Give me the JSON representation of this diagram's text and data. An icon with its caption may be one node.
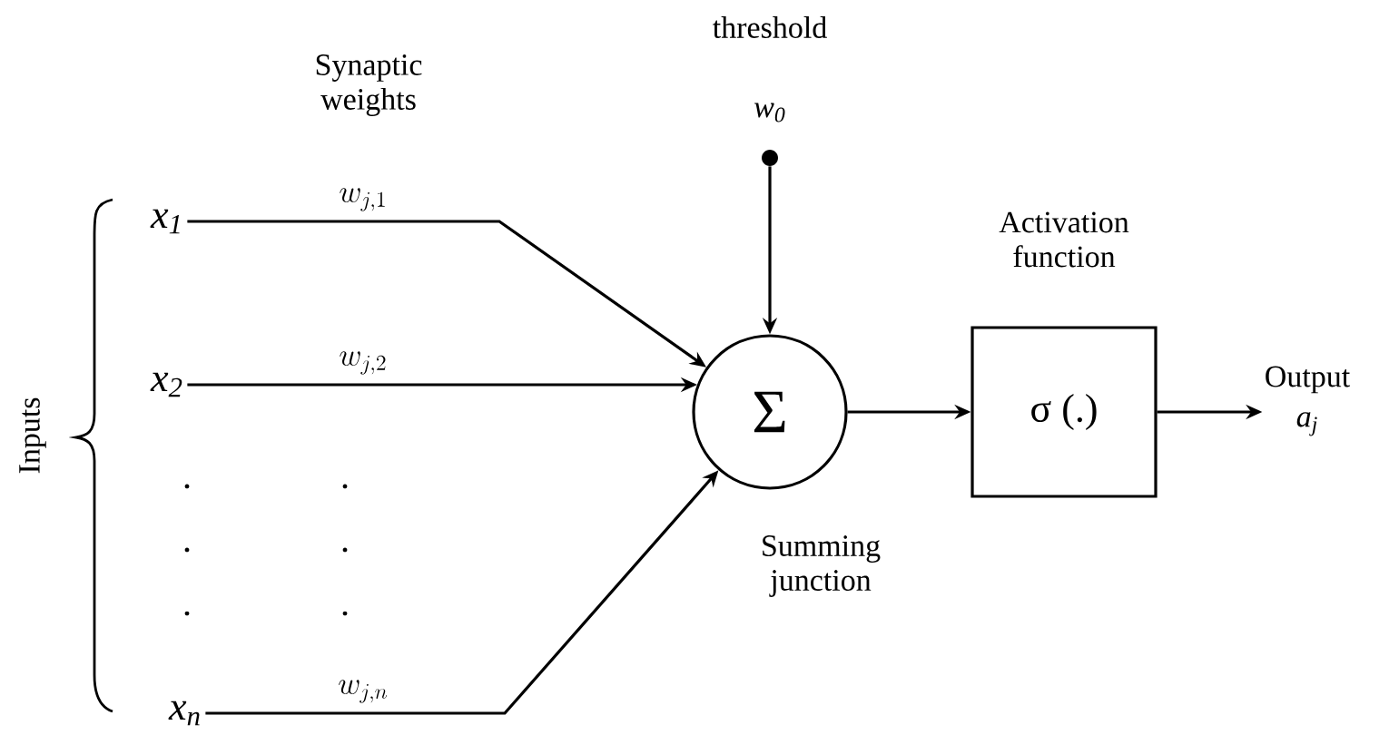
{
  "diagram": {
    "nodes": [
      {
        "text": [
          "x$_{1}$"
        ]
      },
      {
        "text": [
          "x$_{2}$"
        ]
      },
      {
        "text": [
          "x$_{n}$"
        ]
      },
      {
        "text": [],
        "shape": "circle",
        "beside": [
          "threshold",
          "w$_{0}$"
        ]
      },
      {
        "text": [
          "Σ"
        ],
        "beside": [
          "Summing junction"
        ]
      },
      {
        "text": [
          "σ (.)"
        ],
        "beside": [
          "Activation function"
        ]
      },
      {
        "text": [
          "Output",
          "a$_{j}$"
        ]
      }
    ],
    "edges": [
      {
        "from": 0,
        "to": 4,
        "arrow": "to",
        "label": "w_{j, 1}"
      },
      {
        "from": 1,
        "to": 4,
        "arrow": "to",
        "label": "w_{j, 2}"
      },
      {
        "from": 2,
        "to": 4,
        "arrow": "to",
        "label": "w_{j, n}"
      },
      {
        "from": 3,
        "to": 4,
        "arrow": "to"
      },
      {
        "from": 4,
        "to": 5,
        "arrow": "to"
      },
      {
        "from": 5,
        "to": 6,
        "arrow": "to"
      }
    ],
    "labels": [
      "Synaptic weights",
      "Inputs",
      ".",
      ".",
      ".",
      ".",
      ".",
      "."
    ]
  }
}
